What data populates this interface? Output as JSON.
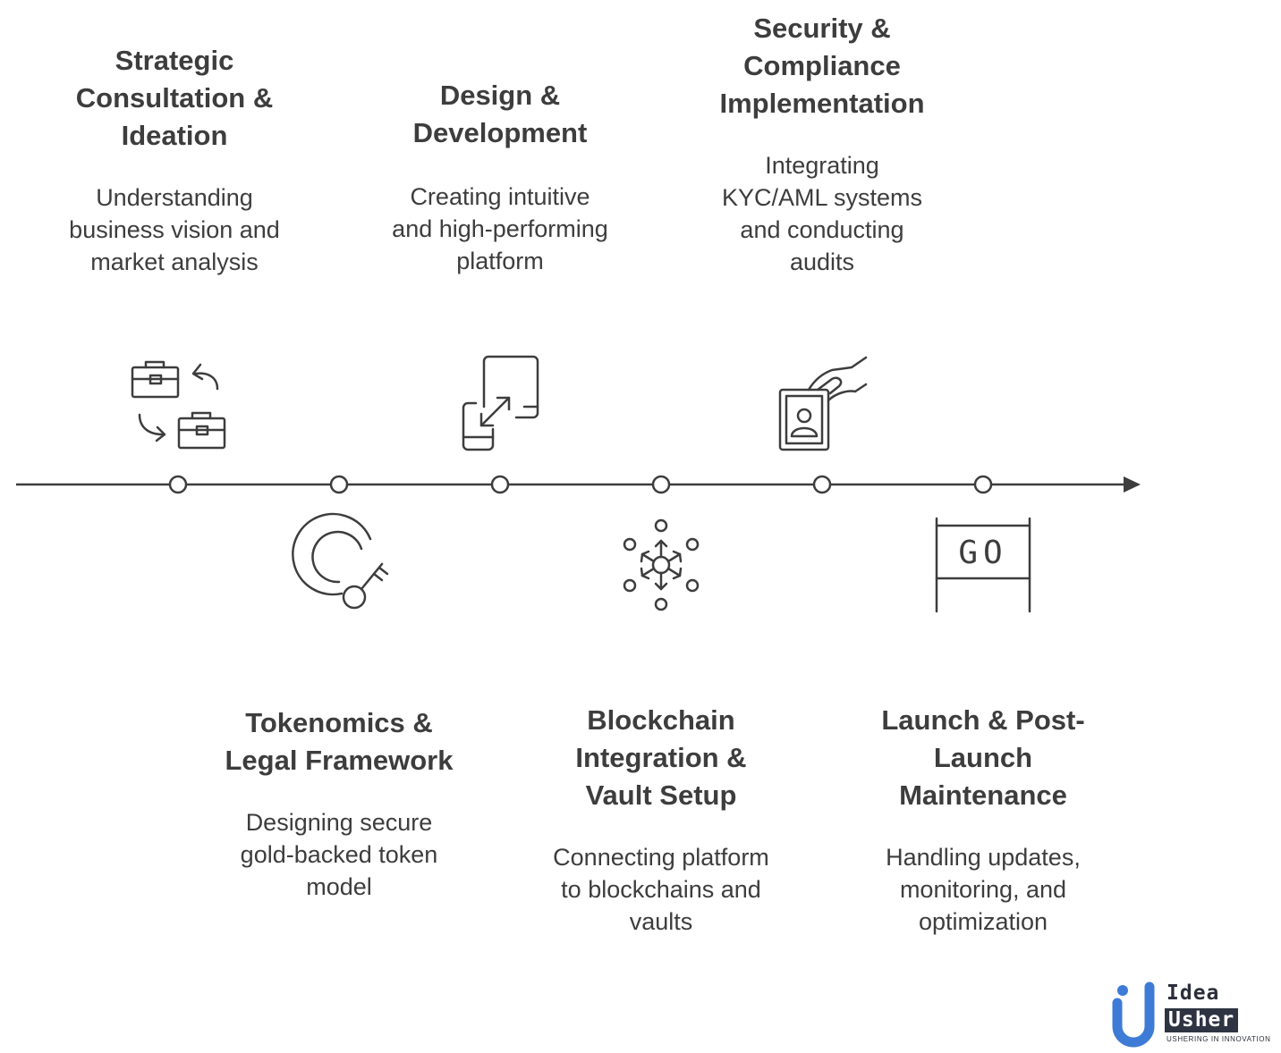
{
  "steps": [
    {
      "title": "Strategic Consultation & Ideation",
      "lines_title": [
        "Strategic",
        "Consultation &",
        "Ideation"
      ],
      "desc_lines": [
        "Understanding",
        "business vision and",
        "market analysis"
      ],
      "icon": "briefcase-exchange-icon"
    },
    {
      "title": "Tokenomics & Legal Framework",
      "lines_title": [
        "Tokenomics &",
        "Legal Framework"
      ],
      "desc_lines": [
        "Designing secure",
        "gold-backed token",
        "model"
      ],
      "icon": "key-circle-icon"
    },
    {
      "title": "Design & Development",
      "lines_title": [
        "Design &",
        "Development"
      ],
      "desc_lines": [
        "Creating intuitive",
        "and high-performing",
        "platform"
      ],
      "icon": "responsive-resize-icon"
    },
    {
      "title": "Blockchain Integration & Vault Setup",
      "lines_title": [
        "Blockchain",
        "Integration &",
        "Vault Setup"
      ],
      "desc_lines": [
        "Connecting platform",
        "to blockchains and",
        "vaults"
      ],
      "icon": "network-hub-icon"
    },
    {
      "title": "Security & Compliance Implementation",
      "lines_title": [
        "Security &",
        "Compliance",
        "Implementation"
      ],
      "desc_lines": [
        "Integrating",
        "KYC/AML systems",
        "and conducting",
        "audits"
      ],
      "icon": "id-card-hand-icon"
    },
    {
      "title": "Launch & Post-Launch Maintenance",
      "lines_title": [
        "Launch & Post-",
        "Launch",
        "Maintenance"
      ],
      "desc_lines": [
        "Handling updates,",
        "monitoring, and",
        "optimization"
      ],
      "icon": "go-sign-icon"
    }
  ],
  "go_sign_text": "GO",
  "logo": {
    "word1": "Idea",
    "word2": "Usher",
    "tagline": "USHERING IN INNOVATION"
  },
  "colors": {
    "line": "#3d3d3d",
    "text": "#3d3d3d",
    "logo_blue": "#3e7bd6",
    "logo_dark": "#2e3442"
  }
}
